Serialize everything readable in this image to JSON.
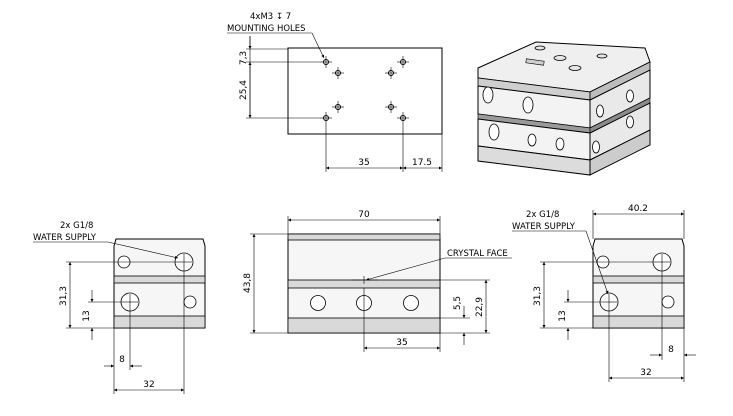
{
  "top_view": {
    "hole_callout_line1": "4xM3",
    "hole_callout_depth_symbol": "↧",
    "hole_callout_depth": "7",
    "hole_callout_line2": "MOUNTING HOLES",
    "dim_7_3": "7,3",
    "dim_25_4": "25,4",
    "dim_35": "35",
    "dim_17_5": "17.5"
  },
  "left_view": {
    "callout_line1": "2x G1/8",
    "callout_line2": "WATER SUPPLY",
    "dim_31_3": "31,3",
    "dim_13": "13",
    "dim_8": "8",
    "dim_32": "32"
  },
  "front_view": {
    "dim_70": "70",
    "crystal_face_label": "CRYSTAL FACE",
    "dim_43_8": "43,8",
    "dim_5_5": "5,5",
    "dim_22_9": "22,9",
    "dim_35": "35"
  },
  "right_view": {
    "callout_line1": "2x G1/8",
    "callout_line2": "WATER SUPPLY",
    "dim_40_2": "40.2",
    "dim_31_3": "31,3",
    "dim_13": "13",
    "dim_8": "8",
    "dim_32": "32"
  }
}
